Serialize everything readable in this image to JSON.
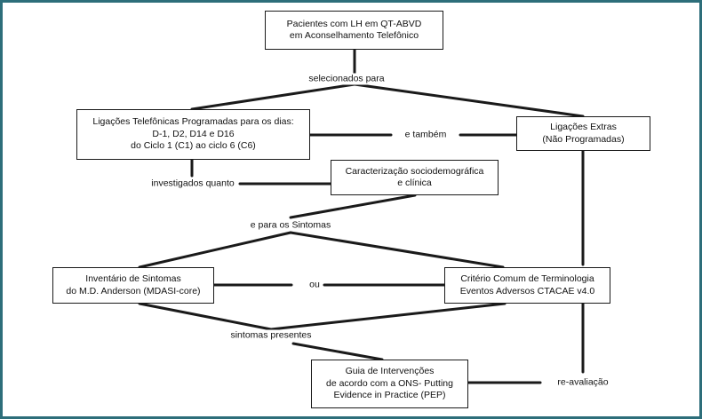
{
  "boxes": {
    "pacientes": [
      "Pacientes com LH em QT-ABVD",
      "em Aconselhamento Telefônico"
    ],
    "ligacoes_programadas": [
      "Ligações Telefônicas Programadas para os dias:",
      "D-1, D2, D14 e D16",
      "do Ciclo 1 (C1) ao ciclo 6 (C6)"
    ],
    "ligacoes_extras": [
      "Ligações Extras",
      "(Não Programadas)"
    ],
    "caracterizacao": [
      "Caracterização sociodemográfica",
      "e clínica"
    ],
    "inventario": [
      "Inventário de Sintomas",
      "do M.D. Anderson (MDASI-core)"
    ],
    "criterio": [
      "Critério Comum de Terminologia",
      "Eventos Adversos CTACAE v4.0"
    ],
    "guia": [
      "Guia de Intervenções",
      "de acordo com a ONS- Putting",
      "Evidence in Practice (PEP)"
    ]
  },
  "labels": {
    "selecionados": "selecionados para",
    "tambem": "e também",
    "investigados": "investigados quanto",
    "sintomas": "e para os Sintomas",
    "ou": "ou",
    "presentes": "sintomas presentes",
    "reavaliacao": "re-avaliação"
  },
  "colors": {
    "frame": "#2d6e7a",
    "line": "#1a1a1a"
  }
}
